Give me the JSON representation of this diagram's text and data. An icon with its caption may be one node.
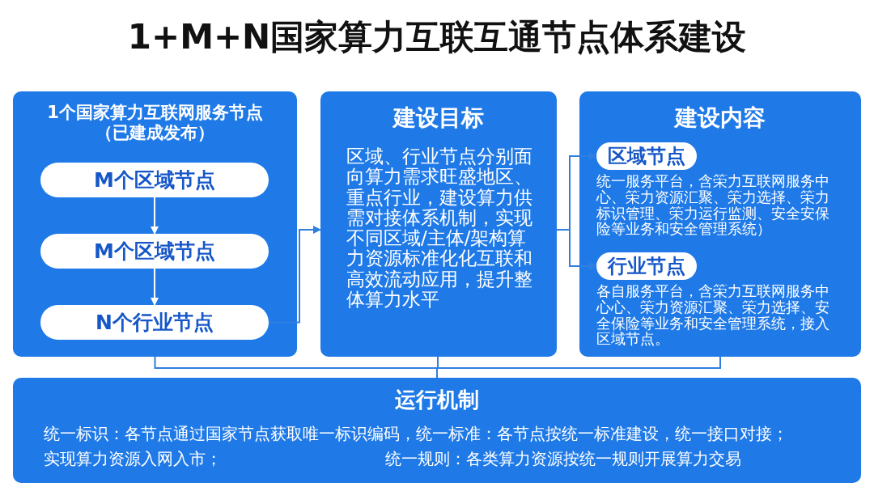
{
  "diagram": {
    "title": "1+M+N国家算力互联互通节点体系建设",
    "nodes": [
      {
        "text": [
          "1个国家算力互联网服务节点（已建成发布）"
        ]
      },
      {
        "text": [
          "M个区域节点"
        ],
        "in": 0
      },
      {
        "text": [
          "M个区域节点"
        ],
        "in": 0
      },
      {
        "text": [
          "N个行业节点"
        ],
        "in": 0
      },
      {
        "text": [
          "建设目标",
          "区域、行业节点分别面向算力需求旺盛地区、重点行业，建设算力供需对接体系机制，实现不同区域/主体/架构算力资源标准化化互联和高效流动应用，提升整体算力水平"
        ]
      },
      {
        "text": [
          "建设内容"
        ]
      },
      {
        "text": [
          "区域节点"
        ],
        "in": 5,
        "beside": [
          "统一服务平台，含筞力互联网服务中心、筞力资源汇聚、筞力选择、筞力标识管理、筞力运行监测、安全安保险等业务和安全管理系统）"
        ]
      },
      {
        "text": [
          "行业节点"
        ],
        "in": 5,
        "beside": [
          "各自服务平台，含筞力互联网服务中心心、筞力资源汇聚、筞力选择、安全保险等业务和安全管理系统，接入区域节点。"
        ]
      },
      {
        "text": [
          "运行机制",
          "统一标识：各节点通过国家节点获取唯一标识编码，统一标准：各节点按统一标准建设，统一接口对接；",
          "实现算力资源入网入市；",
          "统一规则：各类算力资源按统一规则开展算力交易"
        ]
      }
    ],
    "edges": [
      {
        "from": 1,
        "to": 2,
        "arrow": "to",
        "color": "#ffffff"
      },
      {
        "from": 2,
        "to": 3,
        "arrow": "to",
        "color": "#ffffff"
      },
      {
        "from": 3,
        "to": 4,
        "arrow": "to"
      },
      {
        "from": 4,
        "to": 6,
        "arrow": "to"
      },
      {
        "from": 4,
        "to": 7,
        "arrow": "to"
      },
      {
        "from": 0,
        "to": 8,
        "arrow": "none"
      },
      {
        "from": 4,
        "to": 8,
        "arrow": "none"
      },
      {
        "from": 5,
        "to": 8,
        "arrow": "none"
      }
    ]
  }
}
